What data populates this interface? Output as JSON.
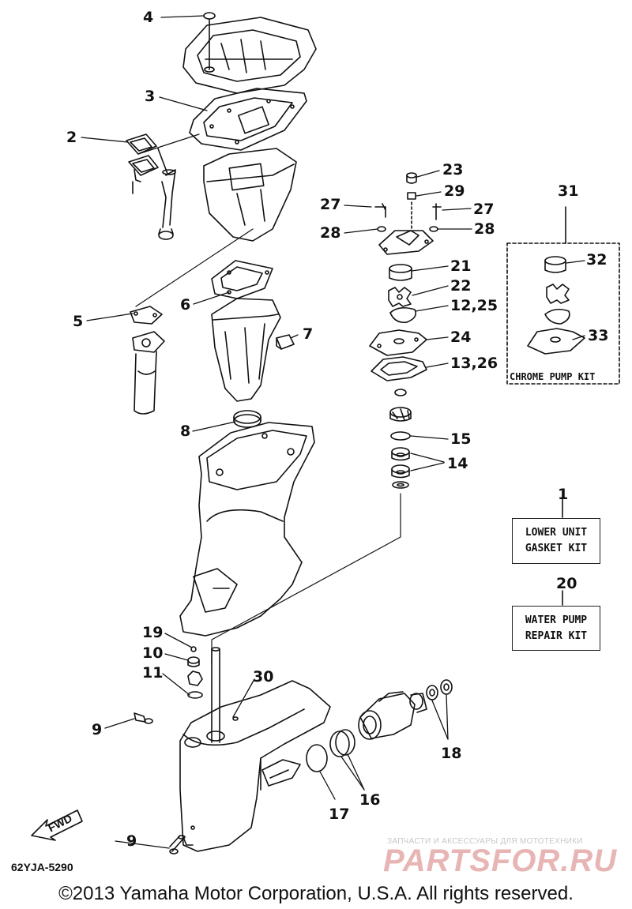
{
  "diagram": {
    "callouts": [
      "4",
      "3",
      "2",
      "5",
      "6",
      "7",
      "8",
      "23",
      "29",
      "27",
      "27",
      "28",
      "28",
      "31",
      "32",
      "21",
      "22",
      "12,25",
      "33",
      "24",
      "13,26",
      "15",
      "14",
      "1",
      "20",
      "19",
      "10",
      "11",
      "30",
      "9",
      "9",
      "18",
      "16",
      "17"
    ],
    "kit_boxes": {
      "lower_unit": [
        "LOWER UNIT",
        "GASKET KIT"
      ],
      "water_pump": [
        "WATER PUMP",
        "REPAIR KIT"
      ],
      "chrome_pump": "CHROME PUMP KIT"
    },
    "fwd_label": "FWD",
    "drawing_code": "62YJA-5290",
    "copyright": "©2013 Yamaha Motor Corporation, U.S.A. All rights reserved.",
    "watermark": {
      "caption": "ЗАПЧАСТИ И АКСЕССУАРЫ ДЛЯ МОТОТЕХНИКИ",
      "brand": "PARTSFOR.RU"
    }
  }
}
